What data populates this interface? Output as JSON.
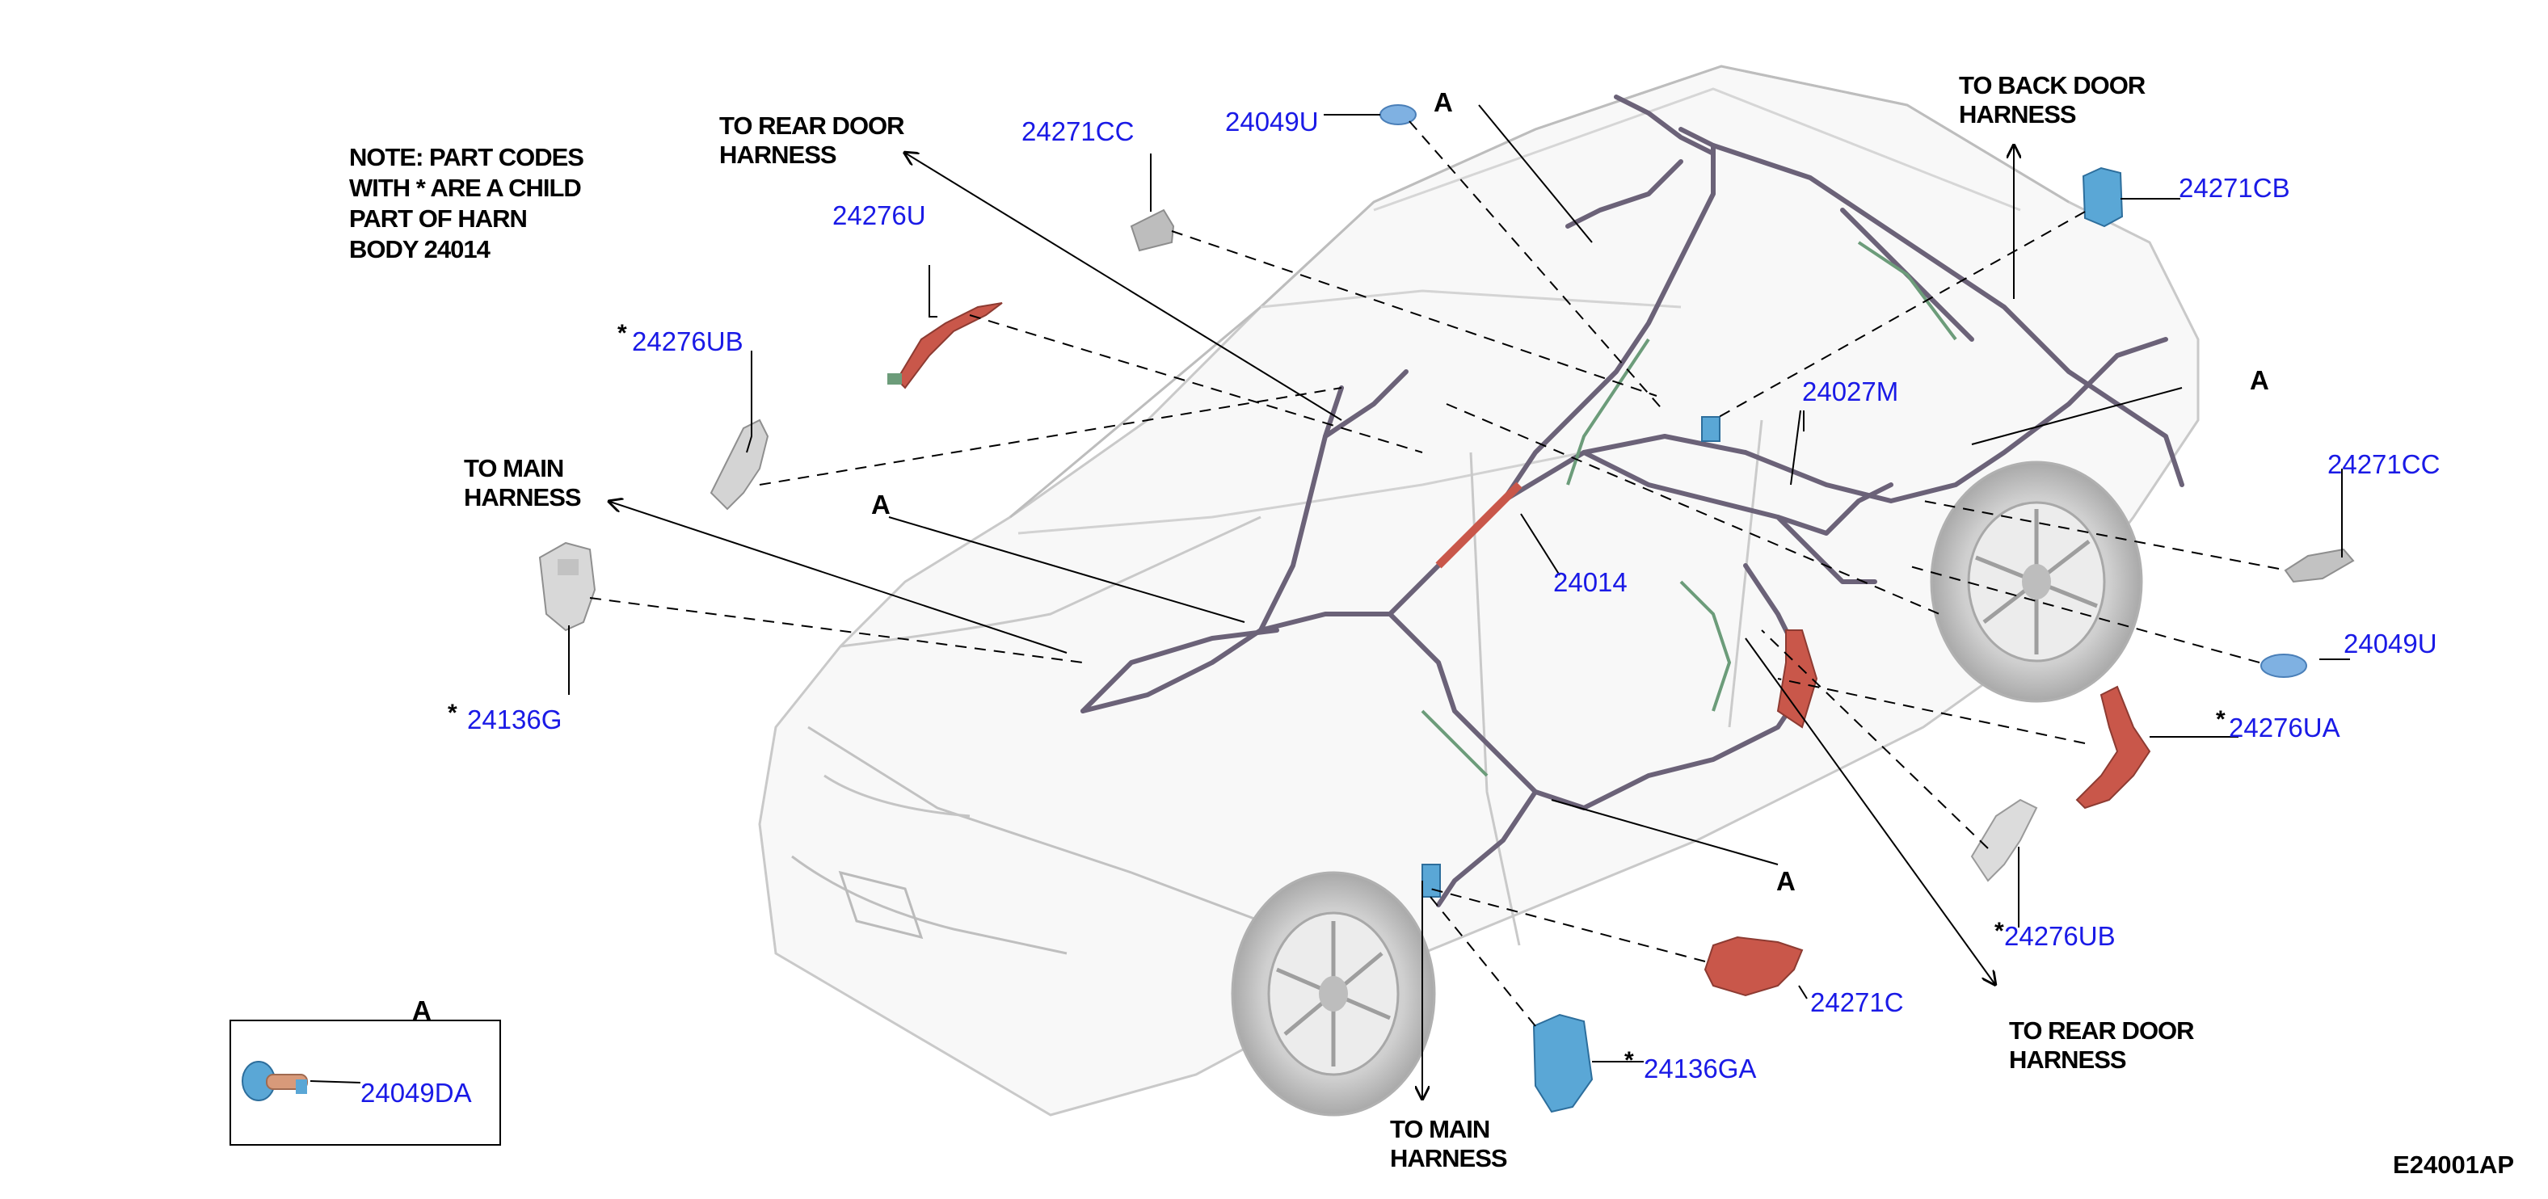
{
  "note_lines": [
    "NOTE: PART CODES",
    "WITH * ARE A CHILD",
    "PART OF HARN",
    "BODY 24014"
  ],
  "annotations": {
    "rear_door_top": [
      "TO REAR DOOR",
      "HARNESS"
    ],
    "back_door": [
      "TO BACK DOOR",
      "HARNESS"
    ],
    "main_left": [
      "TO MAIN",
      "HARNESS"
    ],
    "rear_door_bottom": [
      "TO REAR DOOR",
      "HARNESS"
    ],
    "main_bottom": [
      "TO MAIN",
      "HARNESS"
    ]
  },
  "detail_letter": "A",
  "star": "*",
  "parts": {
    "p24271cc_top": "24271CC",
    "p24049u_top": "24049U",
    "p24276u": "24276U",
    "p24276ub_left": "24276UB",
    "p24271cb": "24271CB",
    "p24027m": "24027M",
    "p24014": "24014",
    "p24136g": "24136G",
    "p24271cc_right": "24271CC",
    "p24049u_right": "24049U",
    "p24276ua": "24276UA",
    "p24276ub_right": "24276UB",
    "p24271c": "24271C",
    "p24136ga": "24136GA",
    "p24049da": "24049DA"
  },
  "diagram_code": "E24001AP",
  "colors": {
    "label_blue": "#1a1ae6",
    "part_blue": "#5aa7d6",
    "part_red": "#c9574a",
    "part_gray": "#bdbdbd",
    "harness": "#6b6278",
    "car_outline": "#c8c8c8"
  }
}
